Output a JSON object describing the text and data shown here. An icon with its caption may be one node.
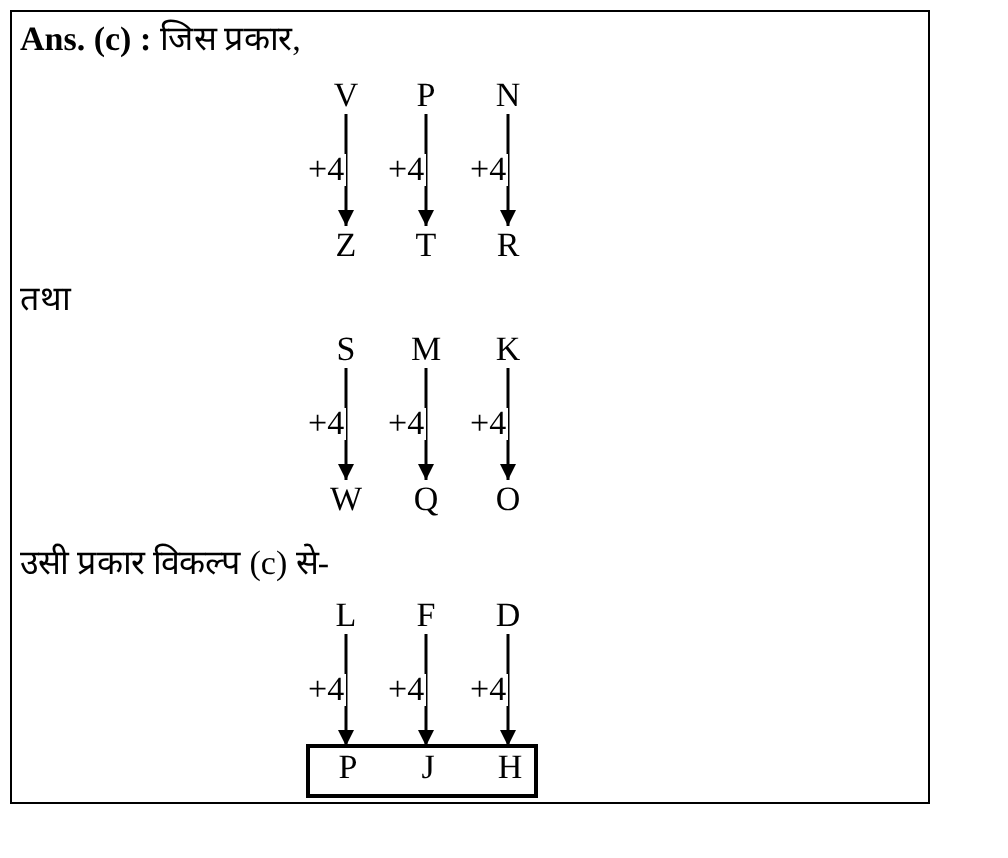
{
  "diagram": {
    "nodes": [
      {
        "text": [
          "V"
        ]
      },
      {
        "text": [
          "P"
        ]
      },
      {
        "text": [
          "N"
        ]
      },
      {
        "text": [
          "Z"
        ]
      },
      {
        "text": [
          "T"
        ]
      },
      {
        "text": [
          "R"
        ]
      },
      {
        "text": [
          "S"
        ]
      },
      {
        "text": [
          "M"
        ]
      },
      {
        "text": [
          "K"
        ]
      },
      {
        "text": [
          "W"
        ]
      },
      {
        "text": [
          "Q"
        ]
      },
      {
        "text": [
          "O"
        ]
      },
      {
        "text": [
          "L"
        ]
      },
      {
        "text": [
          "F"
        ]
      },
      {
        "text": [
          "D"
        ]
      },
      {
        "text": [],
        "shape": "box"
      },
      {
        "text": [
          "P"
        ],
        "in": 15
      },
      {
        "text": [
          "J"
        ],
        "in": 15
      },
      {
        "text": [
          "H"
        ],
        "in": 15
      }
    ],
    "edges": [
      {
        "from": 0,
        "to": 3,
        "arrow": "to",
        "label": "+4"
      },
      {
        "from": 1,
        "to": 4,
        "arrow": "to",
        "label": "+4"
      },
      {
        "from": 2,
        "to": 5,
        "arrow": "to",
        "label": "+4"
      },
      {
        "from": 6,
        "to": 9,
        "arrow": "to",
        "label": "+4"
      },
      {
        "from": 7,
        "to": 10,
        "arrow": "to",
        "label": "+4"
      },
      {
        "from": 8,
        "to": 11,
        "arrow": "to",
        "label": "+4"
      },
      {
        "from": 12,
        "to": 16,
        "arrow": "to",
        "label": "+4"
      },
      {
        "from": 13,
        "to": 17,
        "arrow": "to",
        "label": "+4"
      },
      {
        "from": 14,
        "to": 18,
        "arrow": "to",
        "label": "+4"
      }
    ],
    "labels": [
      "**Ans. (c) :** जिस प्रकार,",
      "तथा",
      "उसी प्रकार विकल्प (c) से-"
    ]
  }
}
